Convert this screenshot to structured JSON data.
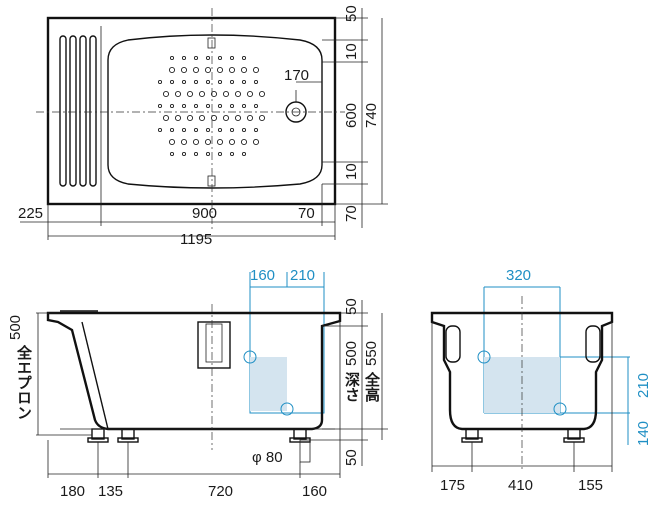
{
  "top_view": {
    "dim_top_right": "50",
    "dim_inner_top": "10",
    "dim_drain_offset": "170",
    "dim_inner_height": "600",
    "dim_total_height": "740",
    "dim_inner_bottom": "10",
    "dim_bottom_right": "70",
    "dim_left": "225",
    "dim_inner_width": "900",
    "dim_right_margin": "70",
    "dim_total_width": "1195"
  },
  "front_view": {
    "dim_apron_height": "500",
    "label_apron": "全エプロン",
    "dim_blue_a": "160",
    "dim_blue_b": "210",
    "dim_rim": "50",
    "dim_depth": "500",
    "dim_height": "550",
    "label_depth": "深さ",
    "label_height": "全高",
    "dim_foot": "50",
    "dim_drain": "φ 80",
    "dim_b1": "180",
    "dim_b2": "135",
    "dim_b3": "720",
    "dim_b4": "160"
  },
  "side_view": {
    "dim_blue_top": "320",
    "dim_blue_r1": "210",
    "dim_blue_r2": "140",
    "dim_b1": "175",
    "dim_b2": "410",
    "dim_b3": "155"
  },
  "colors": {
    "line": "#111111",
    "accent_blue": "#1f8fc4",
    "blue_fill": "#d4e4ef"
  }
}
